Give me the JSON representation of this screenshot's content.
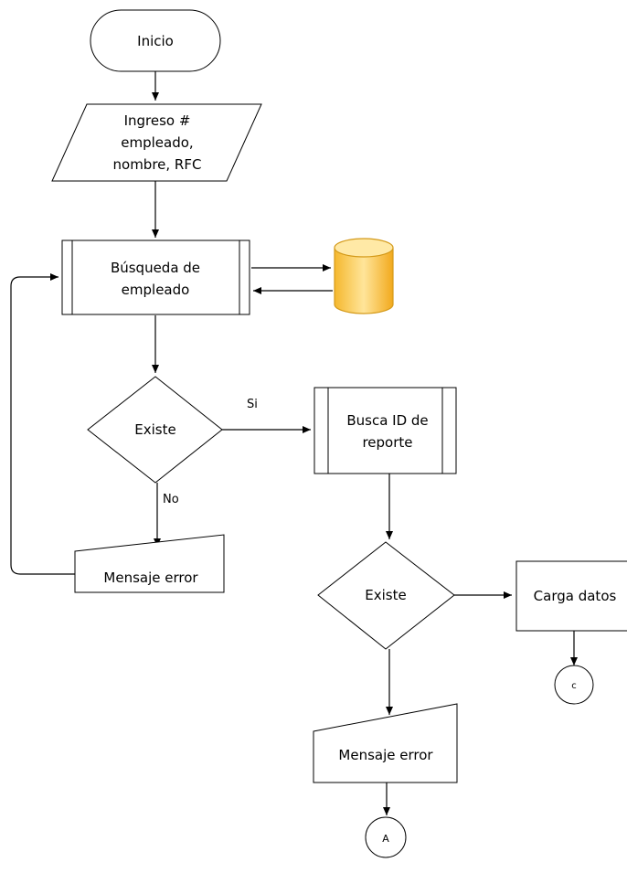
{
  "nodes": {
    "start": "Inicio",
    "input": [
      "Ingreso #",
      "empleado,",
      "nombre, RFC"
    ],
    "search_employee": [
      "Búsqueda de",
      "empleado"
    ],
    "decision_1": "Existe",
    "error_1": "Mensaje  error",
    "search_report": [
      "Busca ID de",
      "reporte"
    ],
    "decision_2": "Existe",
    "load_data": "Carga datos",
    "error_2": "Mensaje  error",
    "connector_c": "c",
    "connector_a": "A"
  },
  "edges": {
    "yes_label": "Si",
    "no_label": "No"
  },
  "colors": {
    "database_fill": "#FCD25E",
    "database_top": "#FFE9A6",
    "database_stroke": "#D49A1A"
  }
}
